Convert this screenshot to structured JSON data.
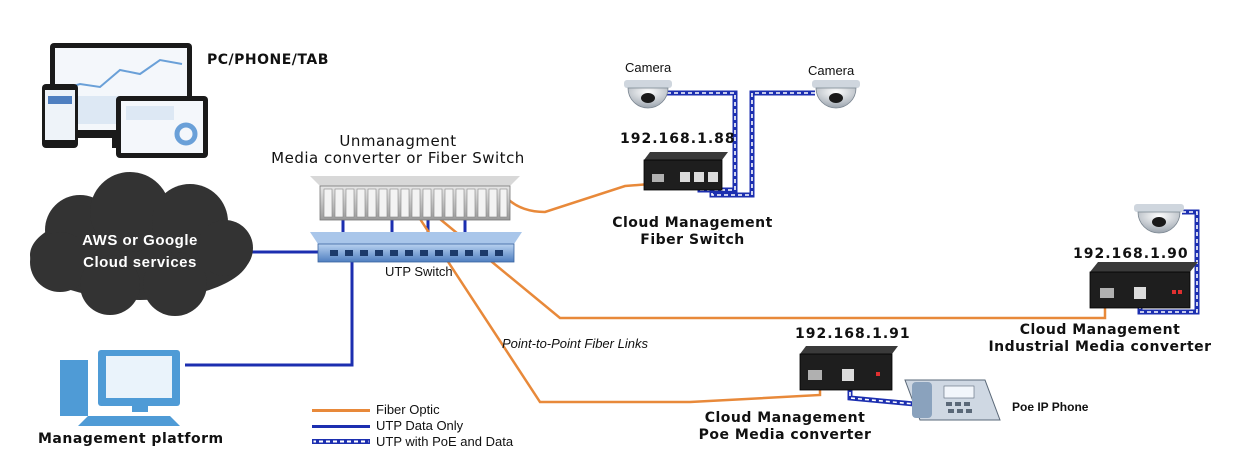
{
  "devices": {
    "pc_phone_tab": "PC/PHONE/TAB",
    "cloud": {
      "line1": "AWS or Google",
      "line2": "Cloud services"
    },
    "management_platform": "Management platform",
    "unmanaged": {
      "line1": "Unmanagment",
      "line2": "Media converter or Fiber Switch"
    },
    "utp_switch": "UTP Switch",
    "camera_left": "Camera",
    "camera_right": "Camera",
    "fiber_switch": {
      "ip": "192.168.1.88",
      "line1": "Cloud Management",
      "line2": "Fiber Switch"
    },
    "industrial": {
      "ip": "192.168.1.90",
      "line1": "Cloud Management",
      "line2": "Industrial Media converter"
    },
    "poe_converter": {
      "ip": "192.168.1.91",
      "line1": "Cloud Management",
      "line2": "Poe Media converter"
    },
    "ip_phone": "Poe IP Phone"
  },
  "annotation": "Point-to-Point Fiber Links",
  "legend": {
    "items": [
      {
        "label": "Fiber Optic",
        "color": "#e8893a"
      },
      {
        "label": "UTP Data Only",
        "color": "#1c2fb0"
      },
      {
        "label": "UTP with PoE and Data",
        "color": "#1c2fb0"
      }
    ]
  },
  "colors": {
    "fiber": "#e8893a",
    "utp": "#1c2fb0",
    "cloud": "#333333",
    "switch_blue": "#6f9fd8"
  }
}
